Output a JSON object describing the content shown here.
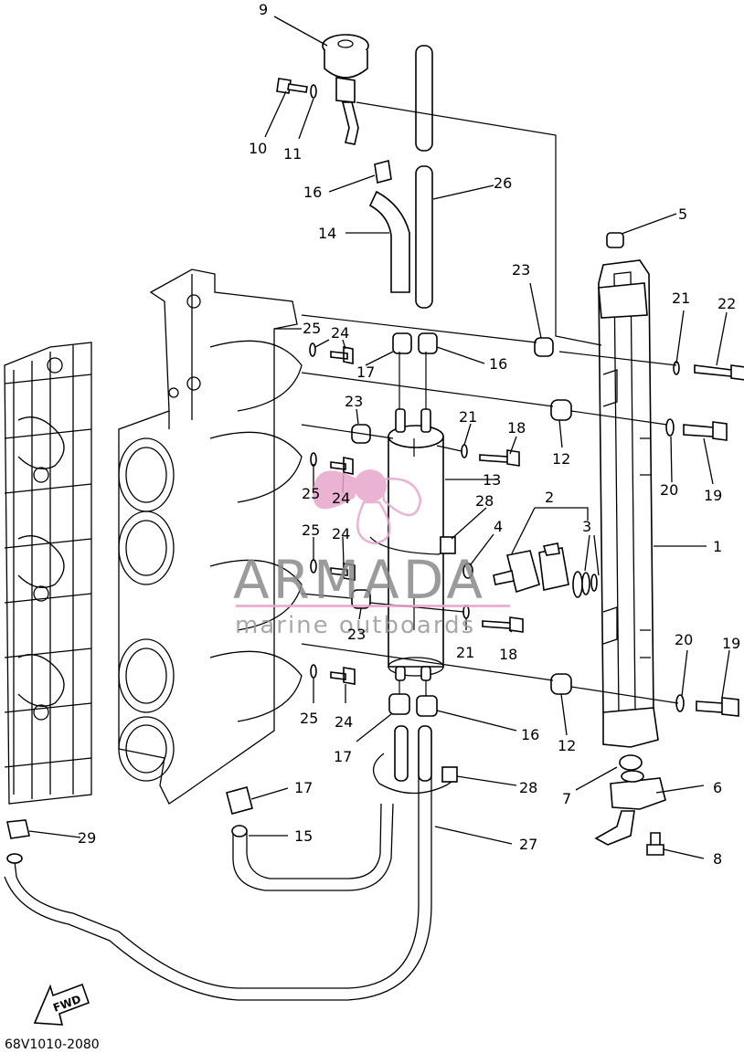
{
  "diagram_code": "68V1010-2080",
  "watermark": {
    "brand": "ARMADA",
    "tagline": "marine outboards",
    "accent_color": "#e8a6cc"
  },
  "fwd_label": "FWD",
  "callouts": [
    {
      "id": "c1",
      "label": "1"
    },
    {
      "id": "c2",
      "label": "2"
    },
    {
      "id": "c3",
      "label": "3"
    },
    {
      "id": "c4",
      "label": "4"
    },
    {
      "id": "c5",
      "label": "5"
    },
    {
      "id": "c6",
      "label": "6"
    },
    {
      "id": "c7",
      "label": "7"
    },
    {
      "id": "c8",
      "label": "8"
    },
    {
      "id": "c9",
      "label": "9"
    },
    {
      "id": "c10",
      "label": "10"
    },
    {
      "id": "c11",
      "label": "11"
    },
    {
      "id": "c12a",
      "label": "12"
    },
    {
      "id": "c12b",
      "label": "12"
    },
    {
      "id": "c13",
      "label": "13"
    },
    {
      "id": "c14",
      "label": "14"
    },
    {
      "id": "c15",
      "label": "15"
    },
    {
      "id": "c16a",
      "label": "16"
    },
    {
      "id": "c16b",
      "label": "16"
    },
    {
      "id": "c16c",
      "label": "16"
    },
    {
      "id": "c17a",
      "label": "17"
    },
    {
      "id": "c17b",
      "label": "17"
    },
    {
      "id": "c17c",
      "label": "17"
    },
    {
      "id": "c18a",
      "label": "18"
    },
    {
      "id": "c18b",
      "label": "18"
    },
    {
      "id": "c19a",
      "label": "19"
    },
    {
      "id": "c19b",
      "label": "19"
    },
    {
      "id": "c20a",
      "label": "20"
    },
    {
      "id": "c20b",
      "label": "20"
    },
    {
      "id": "c21a",
      "label": "21"
    },
    {
      "id": "c21b",
      "label": "21"
    },
    {
      "id": "c21c",
      "label": "21"
    },
    {
      "id": "c22",
      "label": "22"
    },
    {
      "id": "c23a",
      "label": "23"
    },
    {
      "id": "c23b",
      "label": "23"
    },
    {
      "id": "c23c",
      "label": "23"
    },
    {
      "id": "c24a",
      "label": "24"
    },
    {
      "id": "c24b",
      "label": "24"
    },
    {
      "id": "c24c",
      "label": "24"
    },
    {
      "id": "c24d",
      "label": "24"
    },
    {
      "id": "c25a",
      "label": "25"
    },
    {
      "id": "c25b",
      "label": "25"
    },
    {
      "id": "c25c",
      "label": "25"
    },
    {
      "id": "c25d",
      "label": "25"
    },
    {
      "id": "c26",
      "label": "26"
    },
    {
      "id": "c27",
      "label": "27"
    },
    {
      "id": "c28a",
      "label": "28"
    },
    {
      "id": "c28b",
      "label": "28"
    },
    {
      "id": "c29",
      "label": "29"
    }
  ]
}
